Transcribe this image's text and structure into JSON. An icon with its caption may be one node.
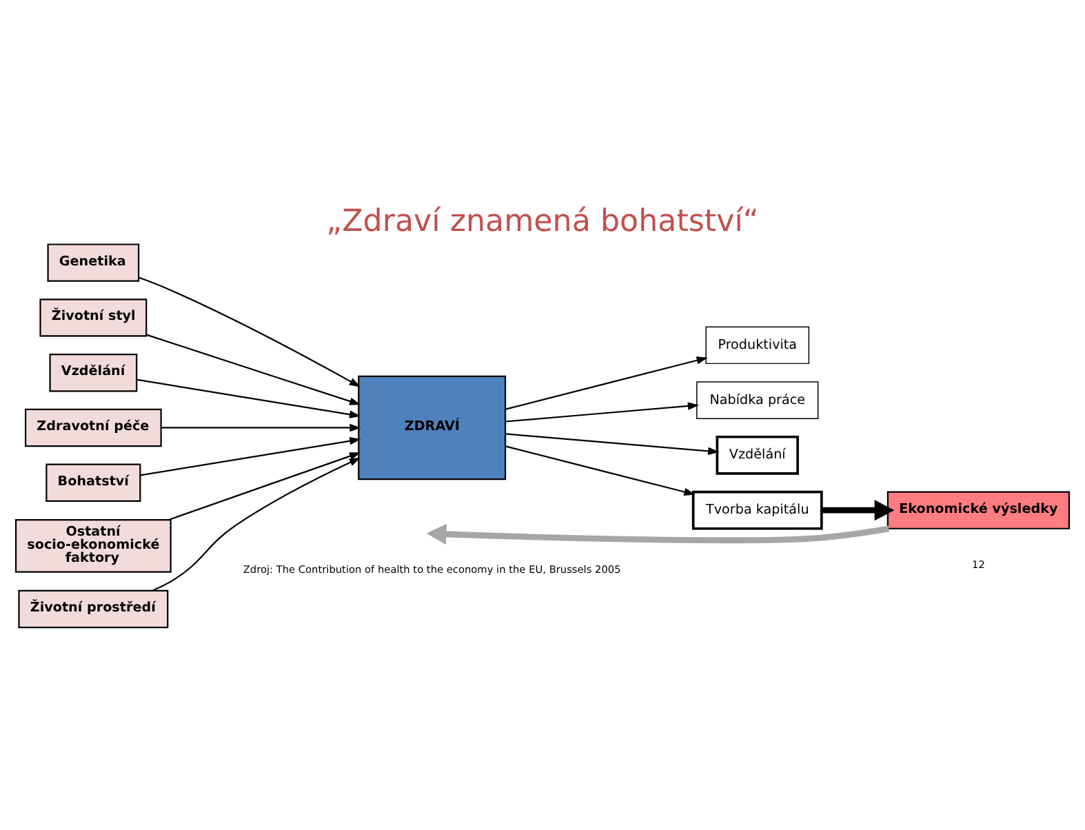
{
  "diagram": {
    "title": "„Zdraví znamená bohatství“",
    "nodes": [
      {
        "text": [
          "Genetika"
        ]
      },
      {
        "text": [
          "Životní styl"
        ]
      },
      {
        "text": [
          "Vzdělání"
        ]
      },
      {
        "text": [
          "Zdravotní péče"
        ]
      },
      {
        "text": [
          "Bohatství"
        ]
      },
      {
        "text": [
          "Ostatní socio-ekonomické faktory"
        ]
      },
      {
        "text": [
          "Životní prostředí"
        ]
      },
      {
        "text": [
          "ZDRAVÍ"
        ]
      },
      {
        "text": [
          "Produktivita"
        ]
      },
      {
        "text": [
          "Nabídka práce"
        ]
      },
      {
        "text": [
          "Vzdělání"
        ]
      },
      {
        "text": [
          "Tvorba kapitálu"
        ]
      },
      {
        "text": [
          "Ekonomické výsledky"
        ]
      }
    ],
    "edges": [
      {
        "from": 0,
        "to": 7,
        "arrow": "to"
      },
      {
        "from": 1,
        "to": 7,
        "arrow": "to"
      },
      {
        "from": 2,
        "to": 7,
        "arrow": "to"
      },
      {
        "from": 3,
        "to": 7,
        "arrow": "to"
      },
      {
        "from": 4,
        "to": 7,
        "arrow": "to"
      },
      {
        "from": 5,
        "to": 7,
        "arrow": "to"
      },
      {
        "from": 6,
        "to": 7,
        "arrow": "to"
      },
      {
        "from": 7,
        "to": 8,
        "arrow": "to"
      },
      {
        "from": 7,
        "to": 9,
        "arrow": "to"
      },
      {
        "from": 7,
        "to": 10,
        "arrow": "to"
      },
      {
        "from": 7,
        "to": 11,
        "arrow": "to"
      },
      {
        "from": 11,
        "to": 12,
        "arrow": "to",
        "style": "thick"
      },
      {
        "from": 12,
        "to": null,
        "arrow": "to",
        "style": "thick",
        "color": "#a6a6a6"
      }
    ],
    "labels": [
      "Zdroj: The Contribution of health to the economy in the EU, Brussels 2005",
      "12"
    ]
  }
}
